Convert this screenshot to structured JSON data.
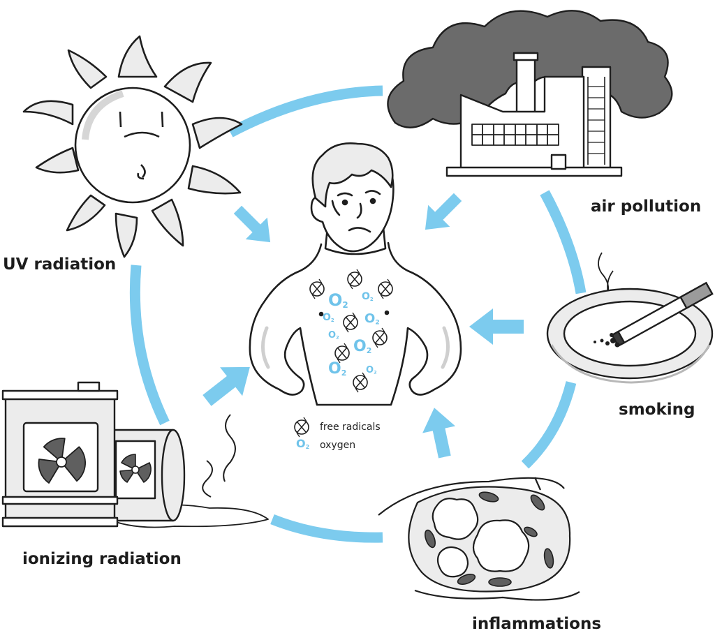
{
  "colors": {
    "accent": "#7ccbee",
    "outline": "#1e1e1e",
    "smoke": "#6b6b6b",
    "shade": "#e4e4e4",
    "dark_gray": "#5f5f5f"
  },
  "sources": [
    {
      "id": "uv",
      "label": "UV radiation",
      "icon": "sun-icon"
    },
    {
      "id": "air",
      "label": "air pollution",
      "icon": "factory-icon"
    },
    {
      "id": "smoking",
      "label": "smoking",
      "icon": "cigarette-ashtray-icon"
    },
    {
      "id": "inflammation",
      "label": "inflammations",
      "icon": "inflamed-tissue-icon"
    },
    {
      "id": "ionizing",
      "label": "ionizing radiation",
      "icon": "radioactive-barrel-icon"
    }
  ],
  "legend": {
    "free_radicals": "free radicals",
    "oxygen": "oxygen",
    "oxygen_symbol": "O",
    "oxygen_subscript": "2"
  }
}
